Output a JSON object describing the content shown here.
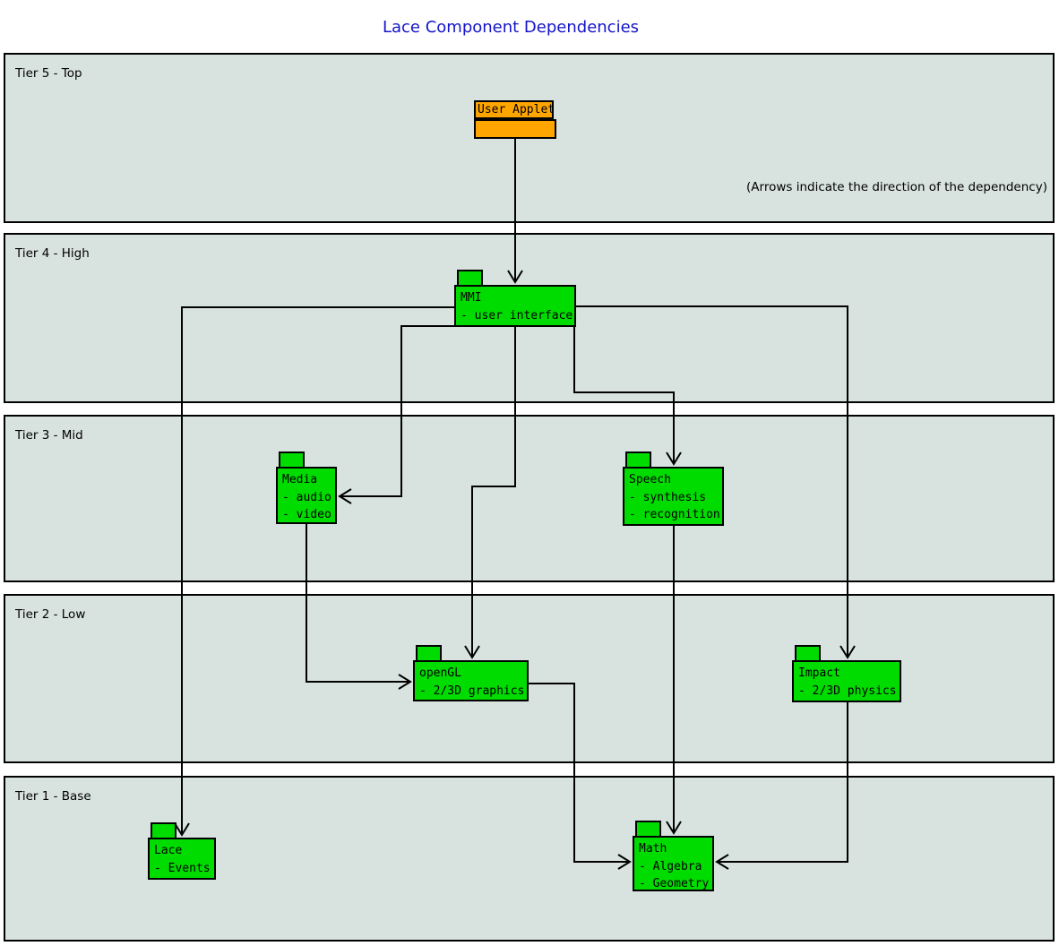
{
  "title": "Lace Component Dependencies",
  "note": "(Arrows indicate the direction of the dependency)",
  "colors": {
    "title_blue": "#1414c8",
    "component_green": "#00dc00",
    "applet_orange": "#ffa500",
    "tier_background": "#d8e3e0",
    "line_black": "#000000"
  },
  "tiers": [
    {
      "label": "Tier 5 - Top"
    },
    {
      "label": "Tier 4 - High"
    },
    {
      "label": "Tier 3 - Mid"
    },
    {
      "label": "Tier 2 - Low"
    },
    {
      "label": "Tier 1 - Base"
    }
  ],
  "components": {
    "user_applet": {
      "name": "User Applet",
      "lines": []
    },
    "mmi": {
      "name": "MMI",
      "lines": [
        "- user interface"
      ]
    },
    "media": {
      "name": "Media",
      "lines": [
        "- audio",
        "- video"
      ]
    },
    "speech": {
      "name": "Speech",
      "lines": [
        "- synthesis",
        "- recognition"
      ]
    },
    "opengl": {
      "name": "openGL",
      "lines": [
        "- 2/3D graphics"
      ]
    },
    "impact": {
      "name": "Impact",
      "lines": [
        "- 2/3D physics"
      ]
    },
    "lace": {
      "name": "Lace",
      "lines": [
        "- Events"
      ]
    },
    "math": {
      "name": "Math",
      "lines": [
        "- Algebra",
        "- Geometry"
      ]
    }
  },
  "edges": [
    {
      "from": "User Applet",
      "to": "MMI"
    },
    {
      "from": "MMI",
      "to": "Lace"
    },
    {
      "from": "MMI",
      "to": "Media"
    },
    {
      "from": "MMI",
      "to": "openGL"
    },
    {
      "from": "MMI",
      "to": "Speech"
    },
    {
      "from": "MMI",
      "to": "Impact"
    },
    {
      "from": "Media",
      "to": "openGL"
    },
    {
      "from": "Speech",
      "to": "Math"
    },
    {
      "from": "openGL",
      "to": "Math"
    },
    {
      "from": "Impact",
      "to": "Math"
    }
  ]
}
